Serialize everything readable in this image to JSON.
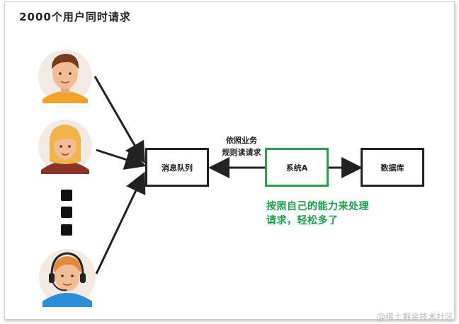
{
  "title": "2000个用户同时请求",
  "nodes": {
    "queue": "消息队列",
    "system": "系统A",
    "db": "数据库"
  },
  "edge_label": "依照业务\n规则读请求",
  "note": "按照自己的能力来处理\n请求，轻松多了",
  "watermark": "@稀土掘金技术社区",
  "colors": {
    "green": "#2aa24a",
    "note_green": "#15a24a",
    "line": "#222222"
  },
  "users": [
    "user-male",
    "user-female",
    "user-support"
  ]
}
